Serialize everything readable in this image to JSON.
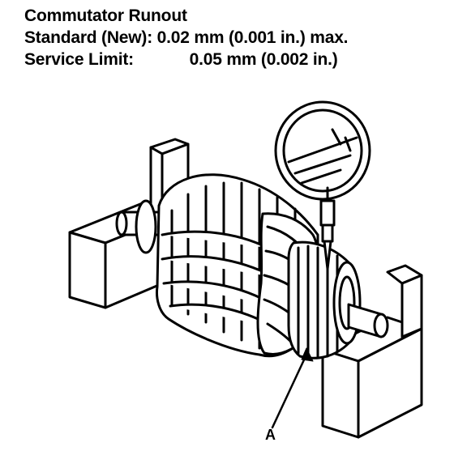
{
  "spec": {
    "title": "Commutator Runout",
    "standard_label": "Standard (New):",
    "standard_value": "0.02 mm (0.001 in.) max.",
    "limit_label": "Service Limit:",
    "limit_value": "0.05 mm (0.002 in.)"
  },
  "figure": {
    "callout_a": "A"
  }
}
